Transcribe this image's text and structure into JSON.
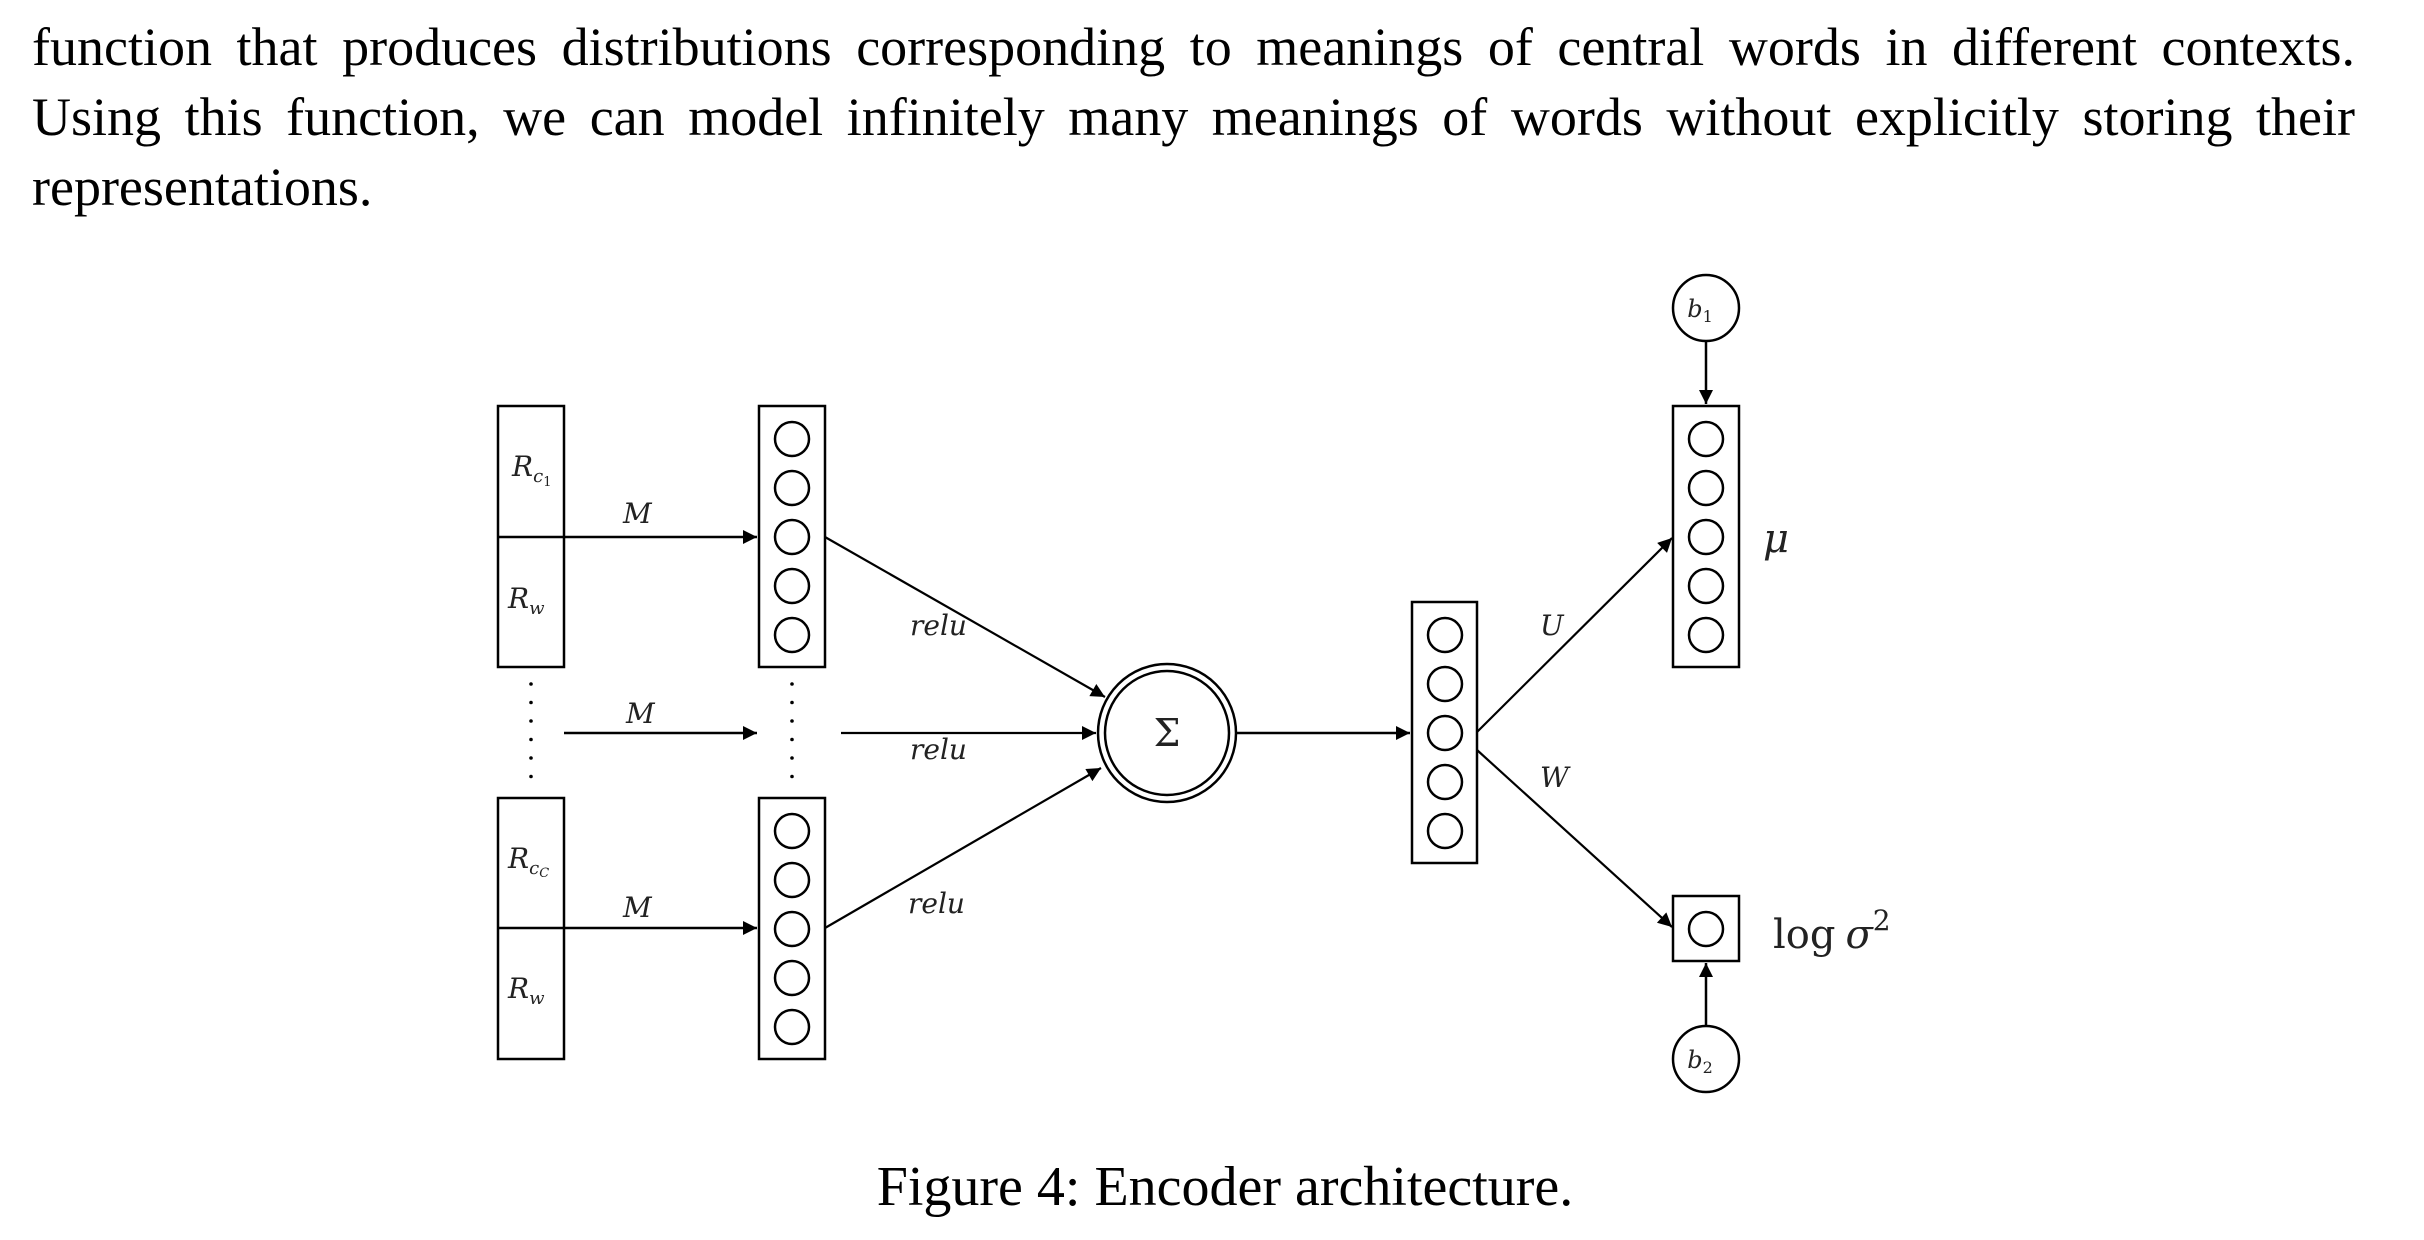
{
  "paragraph": {
    "lines": [
      "function that produces distributions corresponding to meanings of central words in different contexts.",
      "Using this function, we can model infinitely many meanings of words without explicitly storing their",
      "representations."
    ]
  },
  "figure": {
    "caption": "Figure 4: Encoder architecture.",
    "inputs": {
      "top": {
        "upper_label": "R",
        "upper_sub": "c",
        "upper_subsub": "1",
        "lower_label": "R",
        "lower_sub": "w"
      },
      "bottom": {
        "upper_label": "R",
        "upper_sub": "c",
        "upper_subsub": "C",
        "lower_label": "R",
        "lower_sub": "w"
      }
    },
    "edge_labels": {
      "projection": "M",
      "activation": "relu",
      "mean_weight": "U",
      "var_weight": "W"
    },
    "sum_node": "Σ",
    "bias_1": {
      "label": "b",
      "sub": "1"
    },
    "bias_2": {
      "label": "b",
      "sub": "2"
    },
    "outputs": {
      "mean": "μ",
      "logvar_prefix": "log",
      "logvar_symbol": "σ",
      "logvar_sup": "2"
    },
    "neurons_per_layer": 5
  }
}
